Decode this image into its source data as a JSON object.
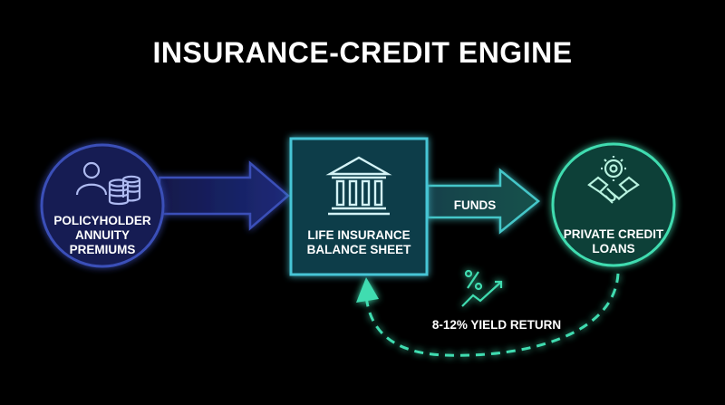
{
  "title": "INSURANCE-CREDIT ENGINE",
  "nodes": {
    "policyholder": {
      "label": "POLICYHOLDER\nANNUITY\nPREMIUMS",
      "icon": "person-coins-icon"
    },
    "balance_sheet": {
      "label": "LIFE INSURANCE\nBALANCE SHEET",
      "icon": "bank-building-icon"
    },
    "private_credit": {
      "label": "PRIVATE CREDIT\nLOANS",
      "icon": "handshake-gear-icon"
    }
  },
  "edges": {
    "funds": {
      "label": "FUNDS"
    },
    "yield_return": {
      "label": "8-12% YIELD RETURN",
      "icon": "percent-trend-up-icon"
    }
  },
  "colors": {
    "background": "#000000",
    "blue": "#3a4fb8",
    "blue_fill": "#141c52",
    "teal": "#47c5d6",
    "teal_fill": "#0f3d48",
    "green": "#3fdcb0",
    "green_fill": "#0c4038"
  }
}
